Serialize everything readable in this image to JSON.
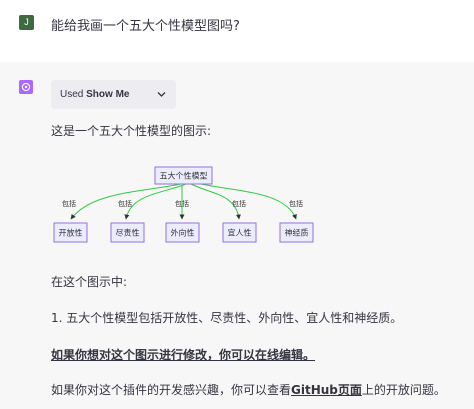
{
  "user": {
    "avatar_letter": "J",
    "message": "能给我画一个五大个性模型图吗?"
  },
  "assistant": {
    "icon": "openai-logo-icon",
    "plugin": {
      "prefix": "Used",
      "name": "Show Me",
      "chevron": "chevron-down-icon"
    },
    "intro": "这是一个五大个性模型的图示:",
    "diagram": {
      "root": "五大个性模型",
      "edge_label": "包括",
      "children": [
        "开放性",
        "尽责性",
        "外向性",
        "宜人性",
        "神经质"
      ]
    },
    "caption": "在这个图示中:",
    "list_item": "1.  五大个性模型包括开放性、尽责性、外向性、宜人性和神经质。",
    "edit_note": "如果你想对这个图示进行修改，你可以在线编辑。",
    "dev_before": "如果你对这个插件的开发感兴趣，你可以查看",
    "dev_link": "GitHub页面",
    "dev_after": "上的开放问题。"
  },
  "colors": {
    "user_avatar": "#3c6b3f",
    "assistant_icon": "#ab68ff",
    "node_fill": "#ECECFF",
    "node_stroke": "#9370DB",
    "edge": "#2ECC40"
  }
}
